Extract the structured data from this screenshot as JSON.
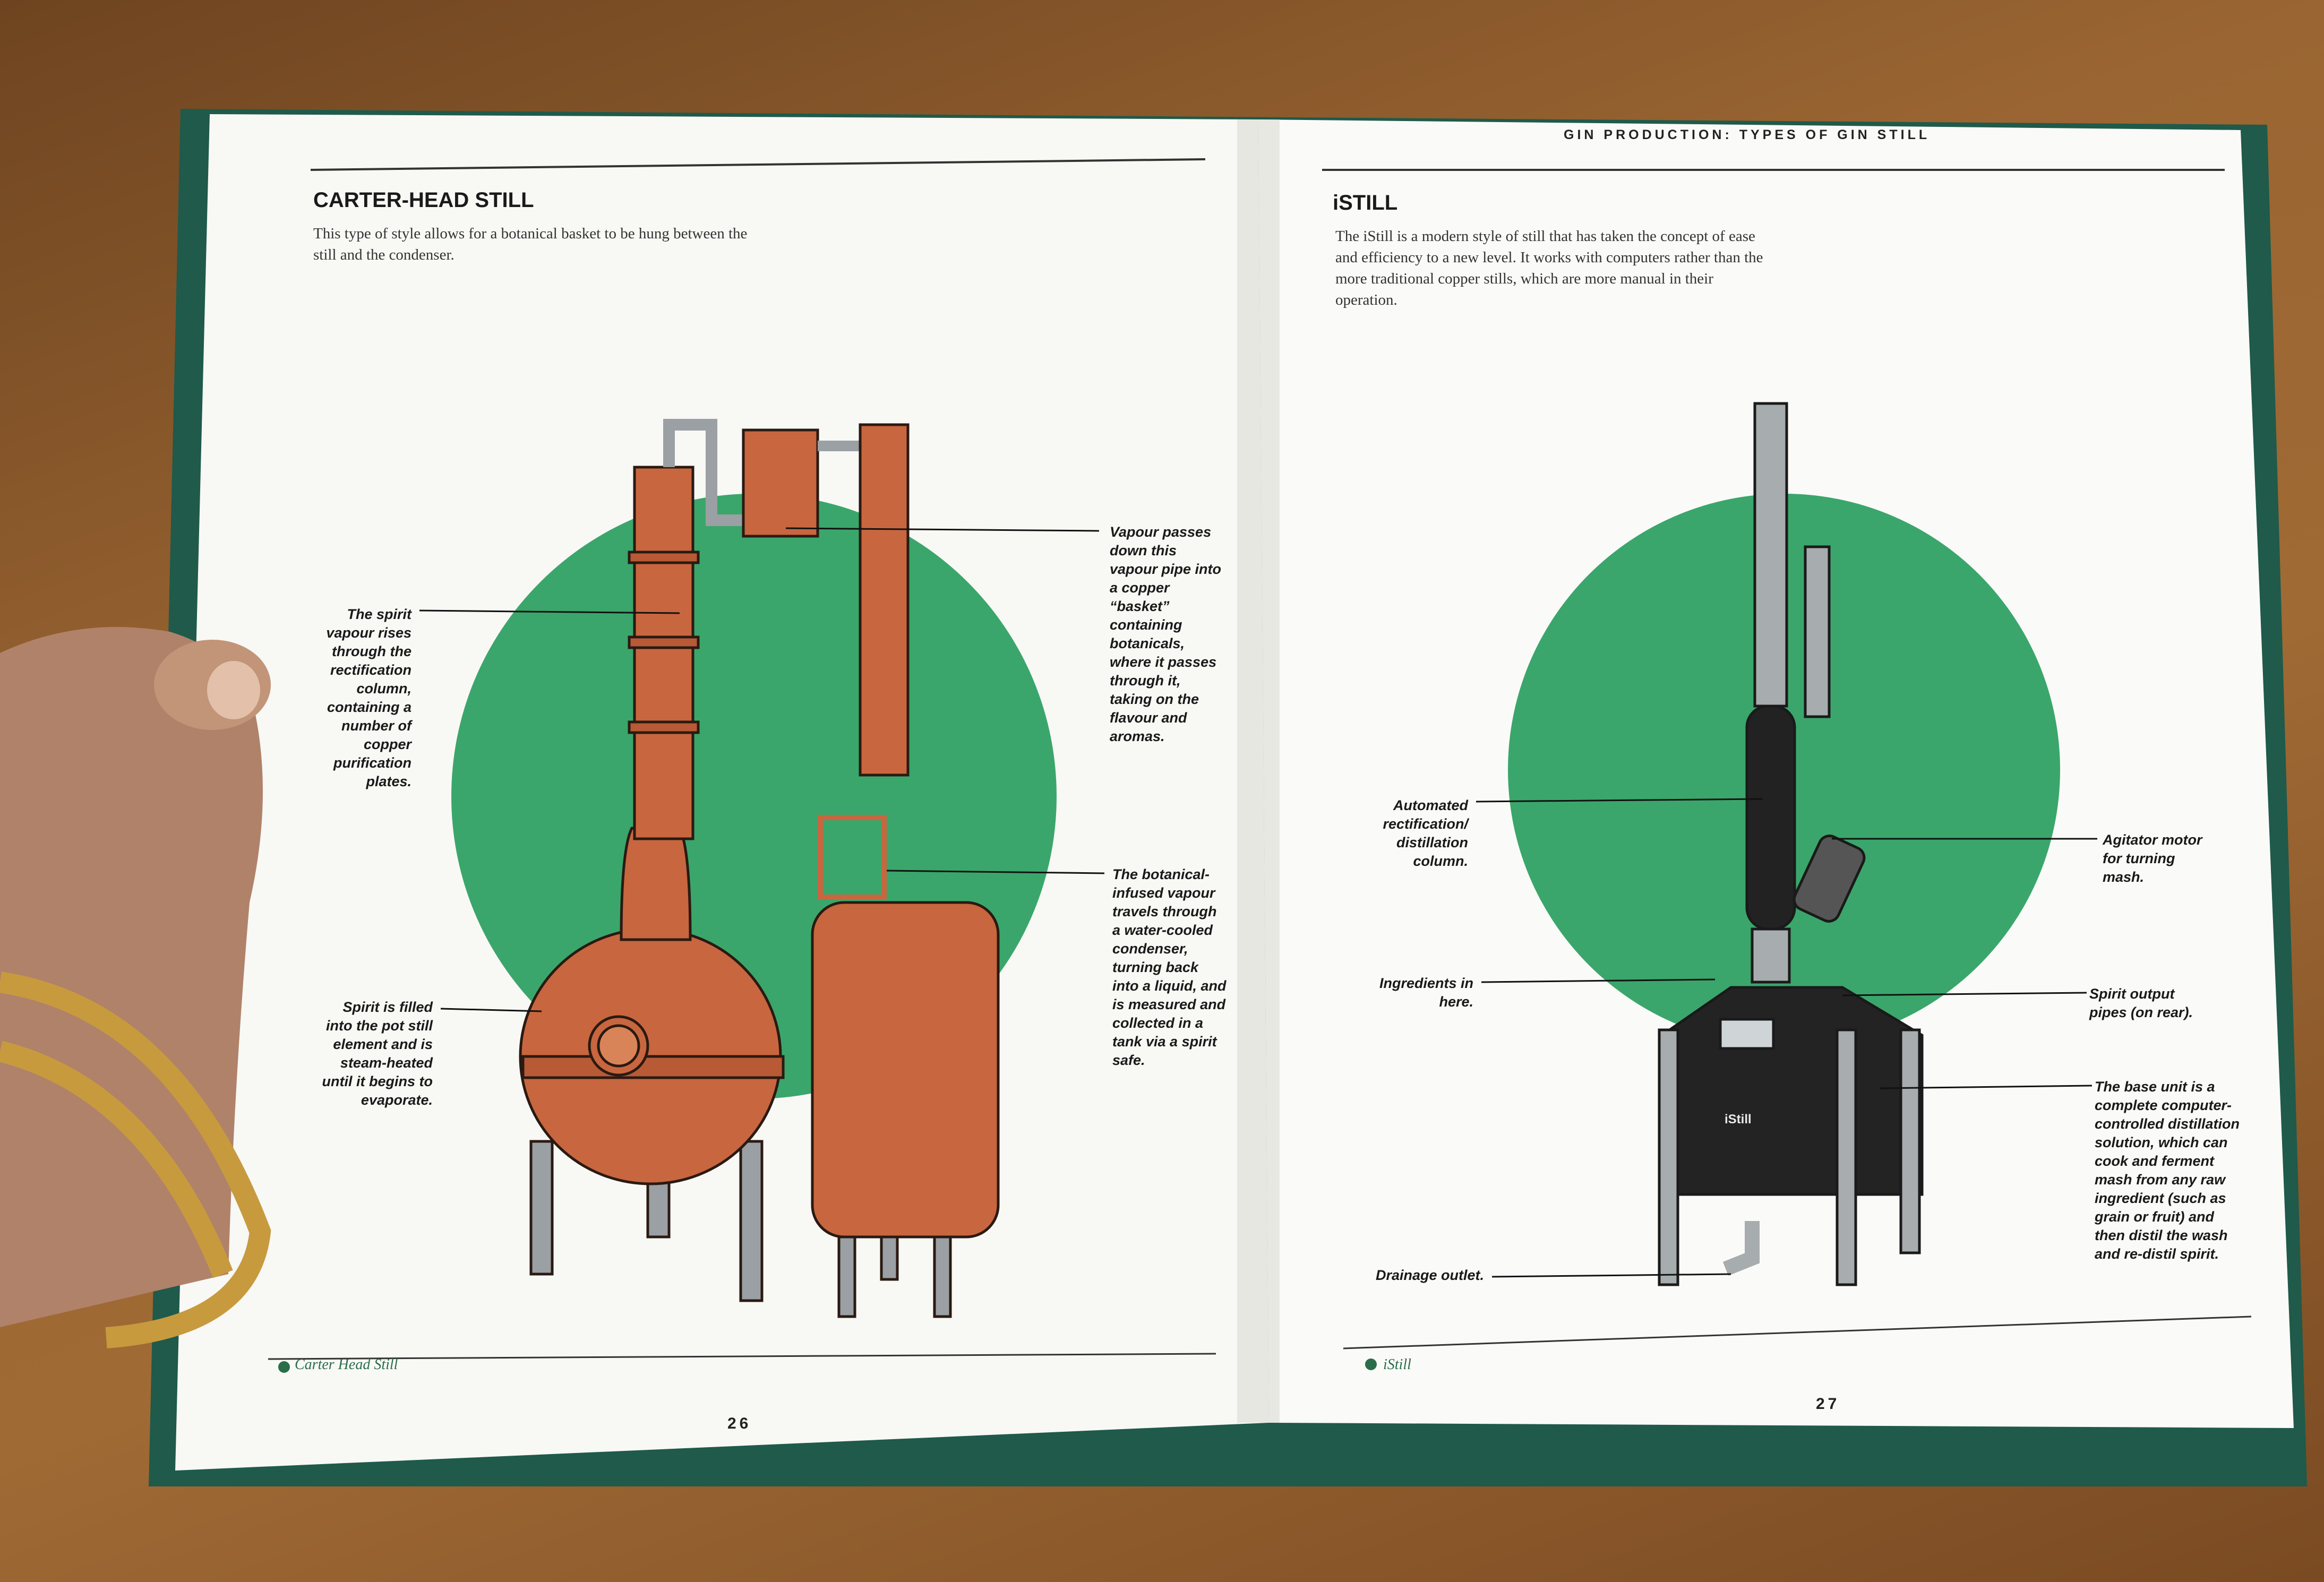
{
  "left_page": {
    "title": "CARTER-HEAD STILL",
    "intro": "This type of style allows for a botanical basket to be hung between the still and the condenser.",
    "labels": {
      "spirit_vapour": "The spirit vapour rises through the rectification column, containing a number of copper purification plates.",
      "vapour_passes": "Vapour passes down this vapour pipe into a copper “basket” containing botanicals, where it passes through it, taking on the flavour and aromas.",
      "spirit_filled": "Spirit is filled into the pot still element and is steam-heated until it begins to evaporate.",
      "botanical_infused": "The botanical-infused vapour travels through a water-cooled condenser, turning back into a liquid, and is measured and collected in a tank via a spirit safe."
    },
    "footer": "Carter Head Still",
    "page_number": "26"
  },
  "right_page": {
    "running_head": "GIN PRODUCTION: TYPES OF GIN STILL",
    "title": "iSTILL",
    "intro": "The iStill is a modern style of still that has taken the concept of ease and efficiency to a new level. It works with computers rather than the more traditional copper stills, which are more manual in their operation.",
    "labels": {
      "automated": "Automated rectification/ distillation column.",
      "ingredients": "Ingredients in here.",
      "drainage": "Drainage outlet.",
      "agitator": "Agitator motor for turning mash.",
      "spirit_output": "Spirit output pipes (on rear).",
      "base_unit": "The base unit is a complete computer-controlled distillation solution, which can cook and ferment mash from any raw ingredient (such as grain or fruit) and then distil the wash and re-distil spirit."
    },
    "device_label": "iStill",
    "footer": "iStill",
    "page_number": "27"
  },
  "colors": {
    "accent_green": "#3aa66b",
    "copper": "#c8663f",
    "paper": "#f7f7f3",
    "book_cover": "#1f5a4a"
  }
}
